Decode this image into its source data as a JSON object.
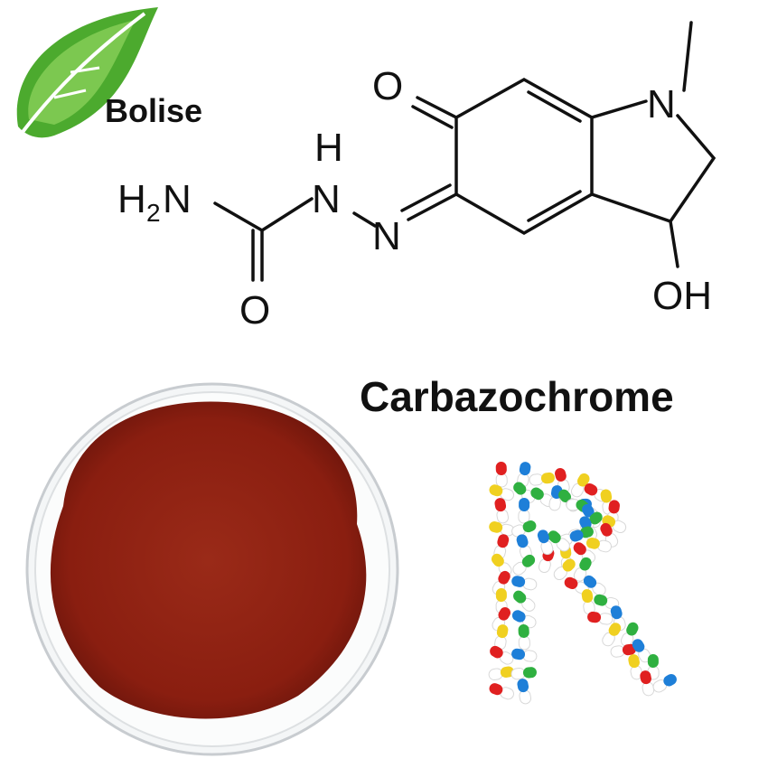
{
  "brand": {
    "name": "Bolise",
    "logo_icon": "green-leaf-icon",
    "color": "#3a9a2a"
  },
  "product": {
    "name": "Carbazochrome"
  },
  "structure": {
    "atoms": {
      "o_ketone": "O",
      "n_methyl": "N",
      "oh": "OH",
      "h_hydrazone": "H",
      "n_hydrazone": "N",
      "n_imine": "N",
      "nh2_h": "H",
      "nh2_sub": "2",
      "nh2_n": "N",
      "o_amide": "O"
    }
  },
  "images": {
    "powder": {
      "description_icon": "red-powder-dish",
      "color": "#8c1e12"
    },
    "capsules": {
      "icon": "capsule-letter-r",
      "colors": [
        "#e02020",
        "#1e7fd8",
        "#f0d020",
        "#2fb040",
        "#ffffff"
      ]
    }
  }
}
